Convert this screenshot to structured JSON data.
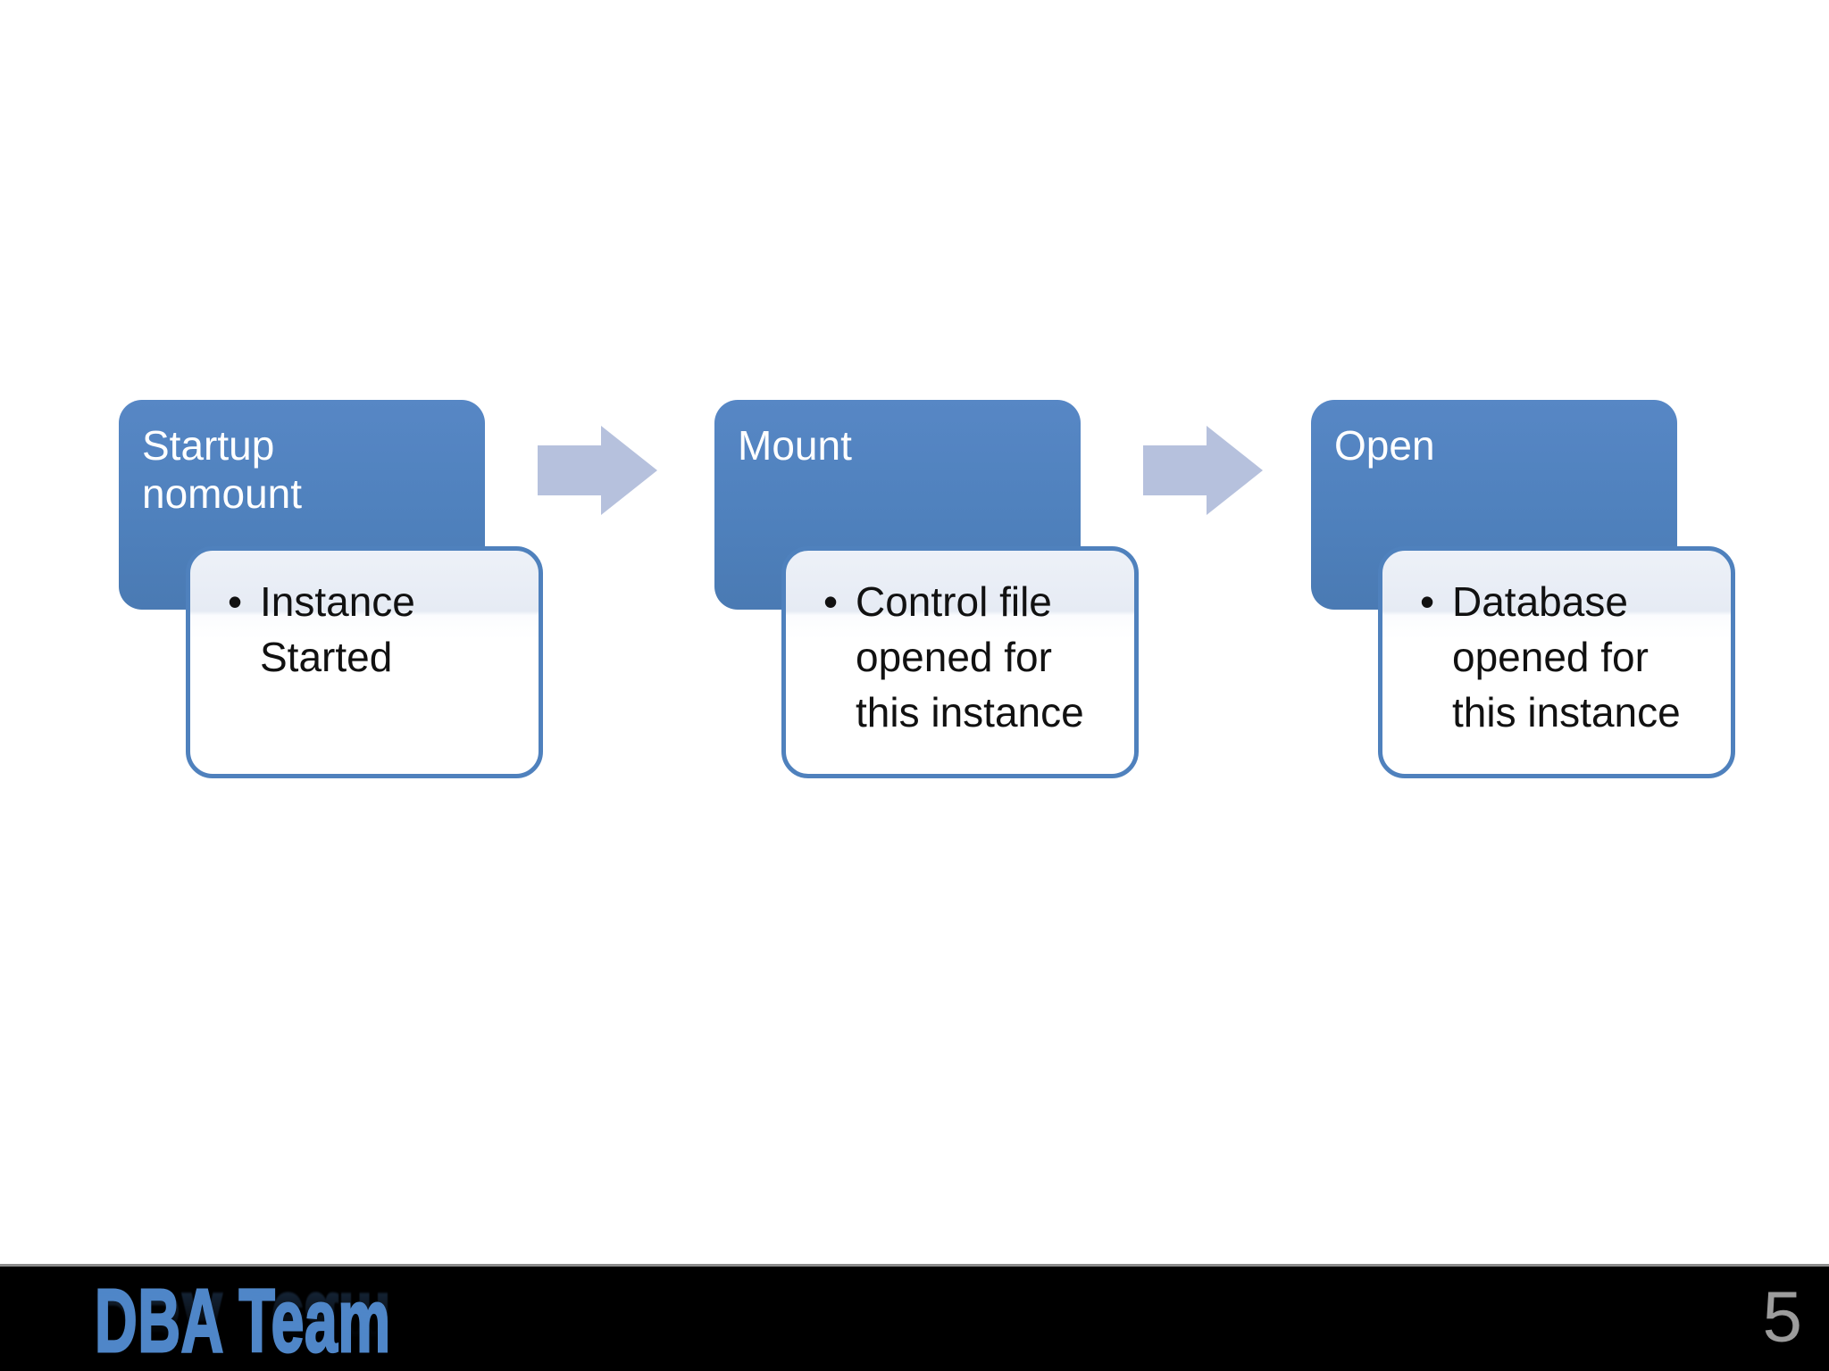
{
  "slide": {
    "type": "presentation-slide",
    "footer_brand": "DBA Team",
    "page_number": "5"
  },
  "colors": {
    "slide_bg": "#ffffff",
    "stage_fill": "#4f81bd",
    "stage_fill_light": "#5787c5",
    "stage_fill_dark": "#4a7ab3",
    "stage_text": "#ffffff",
    "arrow_fill": "#b6c1dd",
    "detail_border": "#4f81bd",
    "detail_band_top": "#edf1f8",
    "detail_band_bottom": "#e6ebf4",
    "detail_bg": "#ffffff",
    "detail_text": "#111111",
    "footer_bar_bg": "#000000",
    "footer_rule": "#8c8c8c",
    "brand_color": "#4f86c8",
    "page_number_color": "#9c9c9c"
  },
  "diagram": {
    "bullet_char": "•",
    "stages": [
      {
        "title": "Startup nomount",
        "bullets": [
          "Instance Started"
        ]
      },
      {
        "title": "Mount",
        "bullets": [
          "Control file opened for this instance"
        ]
      },
      {
        "title": "Open",
        "bullets": [
          "Database opened for this instance"
        ]
      }
    ]
  }
}
